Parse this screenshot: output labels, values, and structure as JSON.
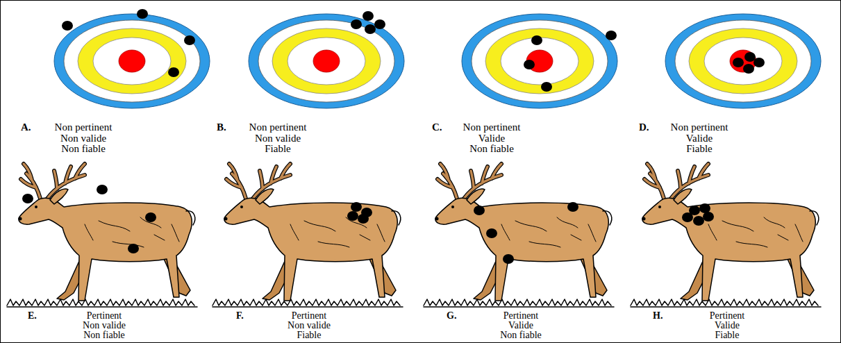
{
  "diagram": {
    "labels": [
      "A.",
      "Non pertinent",
      "Non valide",
      "Non fiable",
      "B.",
      "Non pertinent",
      "Non valide",
      "Fiable",
      "C.",
      "Non pertinent",
      "Valide",
      "Non fiable",
      "D.",
      "Non pertinent",
      "Valide",
      "Fiable",
      "E.",
      "Pertinent",
      "Non valide",
      "Non fiable",
      "F.",
      "Pertinent",
      "Non valide",
      "Fiable",
      "G.",
      "Pertinent",
      "Valide",
      "Non fiable",
      "H.",
      "Pertinent",
      "Valide",
      "Fiable"
    ]
  }
}
